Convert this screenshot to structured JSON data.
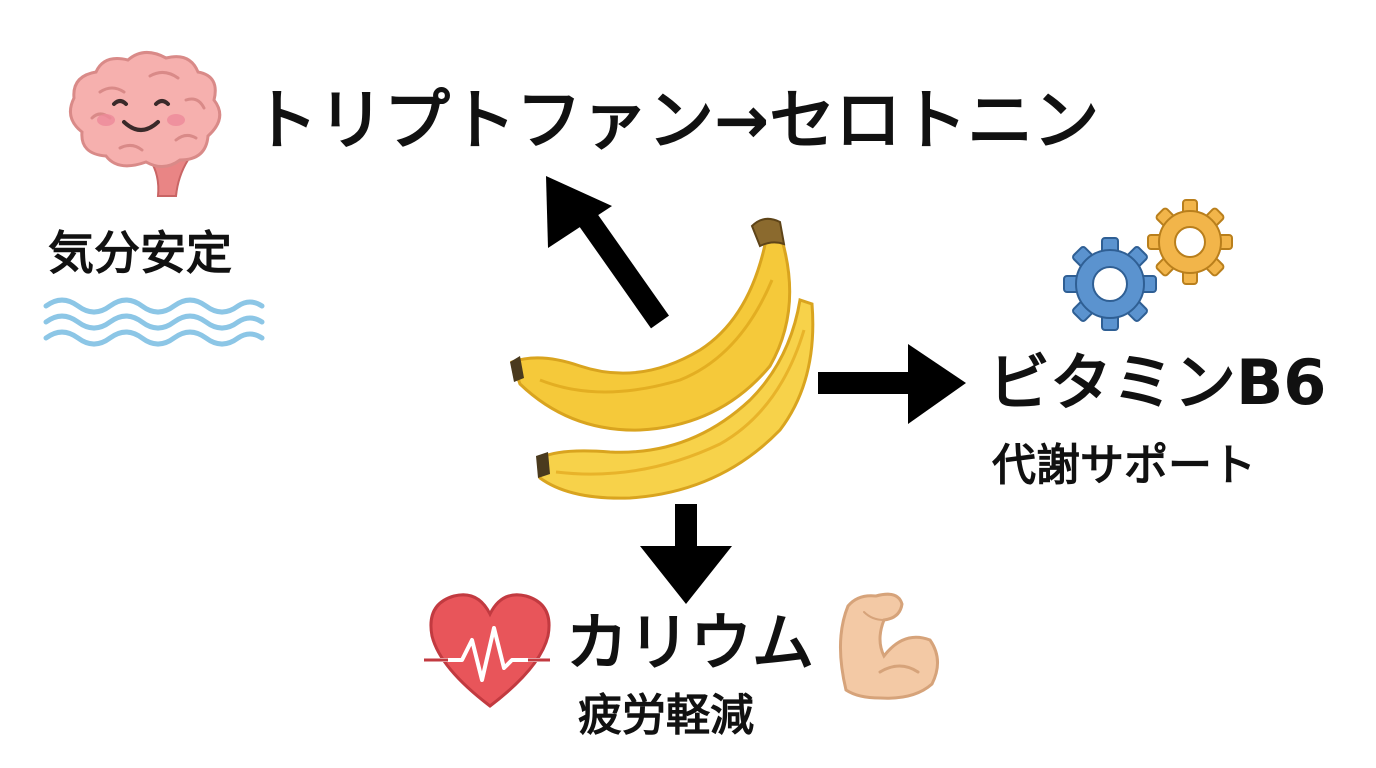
{
  "labels": {
    "tryptophan": "トリプトファン→セロトニン",
    "mood": "気分安定",
    "vitamin_b6": "ビタミンB6",
    "metabolism": "代謝サポート",
    "potassium": "カリウム",
    "fatigue": "疲労軽減"
  },
  "icons": {
    "center": "banana-icon",
    "top_left": "brain-icon",
    "waves": "waves-icon",
    "right": "gears-icon",
    "bottom_left": "heart-icon",
    "bottom_right": "muscle-icon"
  },
  "colors": {
    "text": "#111111",
    "arrow": "#000000",
    "banana": "#f5c93a",
    "brain": "#f4a7a7",
    "waves": "#8cc6e6",
    "gear_blue": "#5b93cf",
    "gear_orange": "#f2b54a",
    "heart": "#e8555a",
    "muscle": "#f3c9a5"
  }
}
